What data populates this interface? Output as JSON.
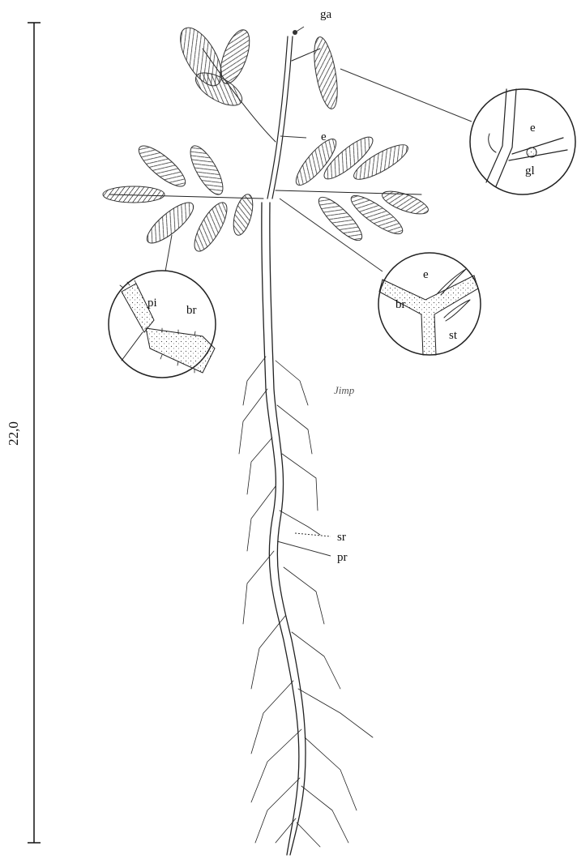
{
  "scale_bar": {
    "label": "22,0"
  },
  "labels": {
    "ga": "ga",
    "e_main": "e",
    "sr": "sr",
    "pr": "pr"
  },
  "inset_top_right": {
    "e": "e",
    "gl": "gl"
  },
  "inset_right": {
    "e": "e",
    "br": "br",
    "st": "st"
  },
  "inset_left": {
    "pi": "pi",
    "br": "br"
  },
  "signature": {
    "text": "Jimp"
  }
}
